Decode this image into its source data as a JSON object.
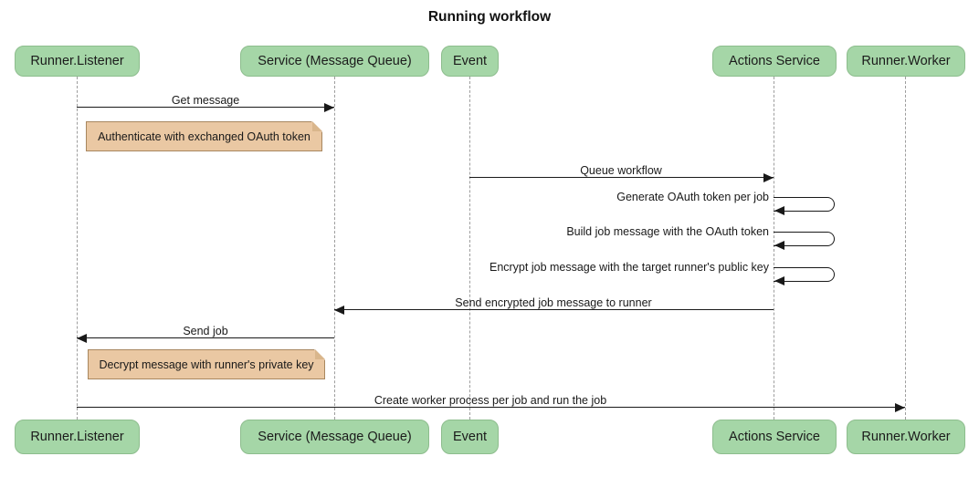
{
  "diagram": {
    "title": "Running workflow",
    "participants": [
      {
        "label": "Runner.Listener"
      },
      {
        "label": "Service (Message Queue)"
      },
      {
        "label": "Event"
      },
      {
        "label": "Actions Service"
      },
      {
        "label": "Runner.Worker"
      }
    ],
    "messages": [
      {
        "label": "Get message",
        "from": "Runner.Listener",
        "to": "Service (Message Queue)",
        "self": false
      },
      {
        "label": "Queue workflow",
        "from": "Event",
        "to": "Actions Service",
        "self": false
      },
      {
        "label": "Generate OAuth token per job",
        "from": "Actions Service",
        "to": "Actions Service",
        "self": true
      },
      {
        "label": "Build job message with the OAuth token",
        "from": "Actions Service",
        "to": "Actions Service",
        "self": true
      },
      {
        "label": "Encrypt job message with the target runner's public key",
        "from": "Actions Service",
        "to": "Actions Service",
        "self": true
      },
      {
        "label": "Send encrypted job message to runner",
        "from": "Actions Service",
        "to": "Service (Message Queue)",
        "self": false
      },
      {
        "label": "Send job",
        "from": "Service (Message Queue)",
        "to": "Runner.Listener",
        "self": false
      },
      {
        "label": "Create worker process per job and run the job",
        "from": "Runner.Listener",
        "to": "Runner.Worker",
        "self": false
      }
    ],
    "notes": [
      {
        "label": "Authenticate with exchanged OAuth token",
        "position": "right of Runner.Listener"
      },
      {
        "label": "Decrypt message with runner's private key",
        "position": "right of Runner.Listener"
      }
    ],
    "colors": {
      "background": "#FFFFFF",
      "actor_fill": "#A5D6A7",
      "actor_border": "#8DBD8D",
      "note_fill": "#EAC8A3",
      "note_border": "#A8875F",
      "lifeline": "#9D9D9D",
      "arrow": "#191919"
    }
  }
}
